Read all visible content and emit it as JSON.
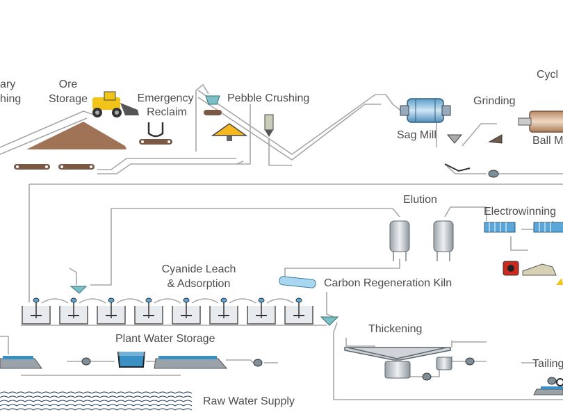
{
  "labels": {
    "primary_crushing_line1": "ary",
    "primary_crushing_line2": "hing",
    "ore_storage_line1": "Ore",
    "ore_storage_line2": "Storage",
    "emergency_reclaim_line1": "Emergency",
    "emergency_reclaim_line2": "Reclaim",
    "pebble_crushing": "Pebble Crushing",
    "cyclones": "Cycl",
    "grinding": "Grinding",
    "sag_mill": "Sag Mill",
    "ball_mill": "Ball M",
    "elution": "Elution",
    "electrowinning": "Electrowinning",
    "cyanide_leach_line1": "Cyanide Leach",
    "cyanide_leach_line2": "& Adsorption",
    "carbon_regeneration_kiln": "Carbon Regeneration Kiln",
    "thickening": "Thickening",
    "plant_water_storage": "Plant Water Storage",
    "tailings": "Tailing",
    "raw_water_supply": "Raw Water Supply"
  },
  "colors": {
    "pipe": "#a7a7a7",
    "text": "#4d4d4d",
    "ore_pile": "#a07356",
    "loader": "#f2c318",
    "mill": "#7cb3d6",
    "ball_mill": "#d4ae8f",
    "tank_steel": "#cfd4d8",
    "water": "#3a8fc4",
    "pump": "#7f8f9a",
    "refinery_red": "#cc2a1e"
  }
}
